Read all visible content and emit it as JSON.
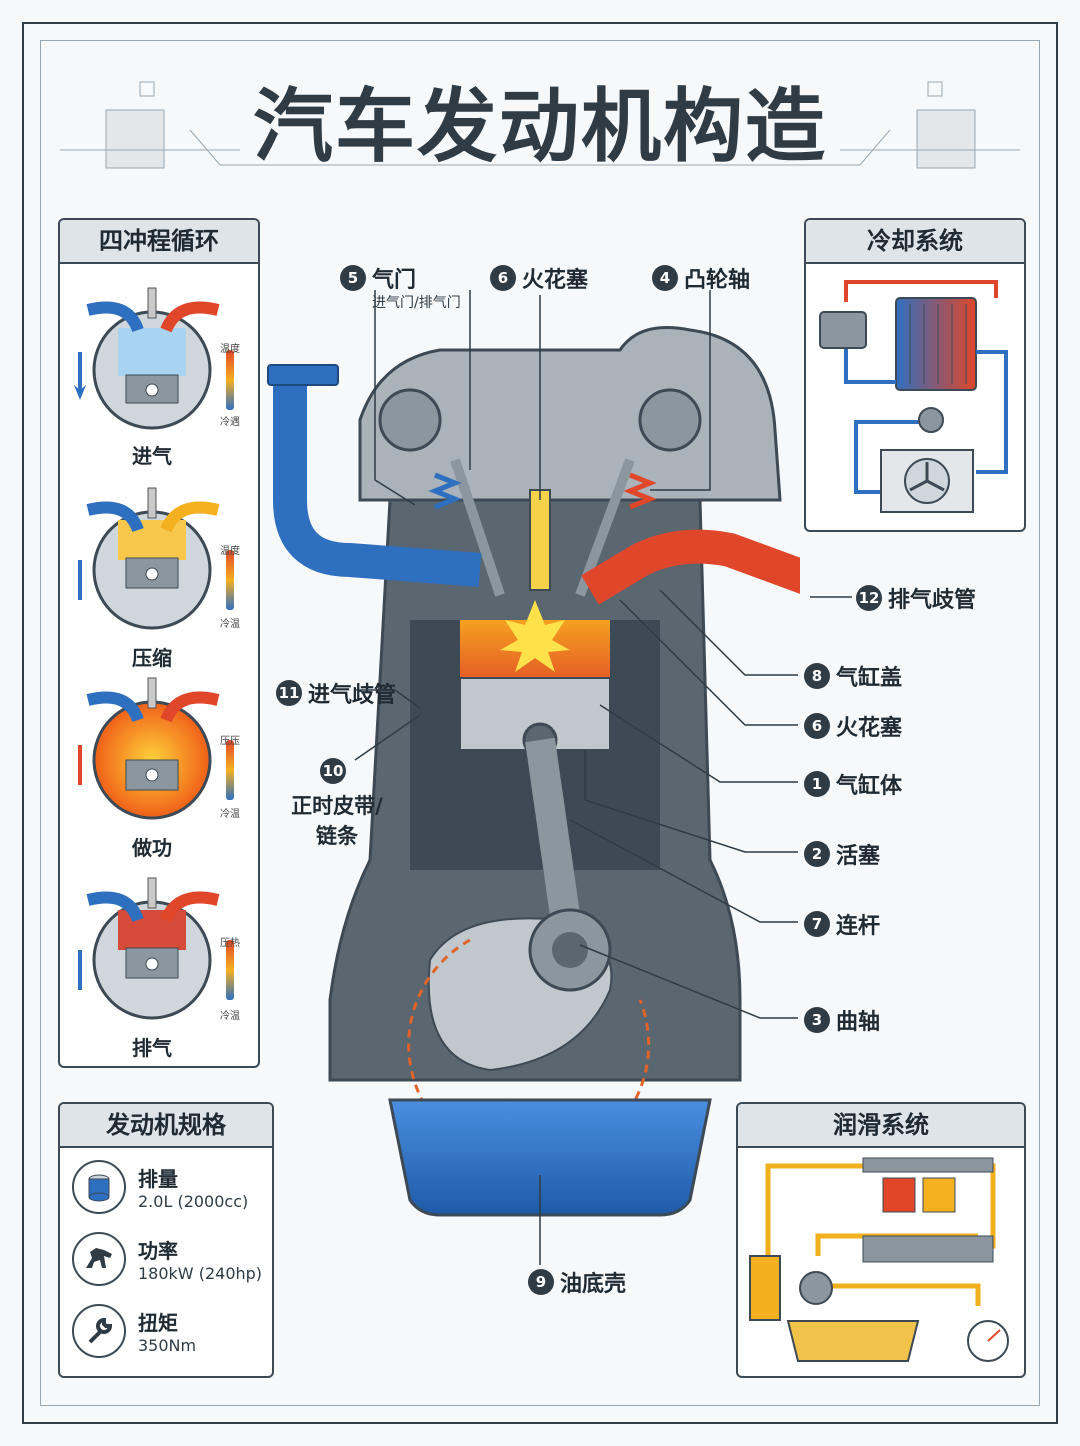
{
  "title": "汽车发动机构造",
  "four_stroke": {
    "heading": "四冲程循环",
    "strokes": [
      {
        "label": "进气",
        "temp_high": "温度",
        "temp_low": "冷遇"
      },
      {
        "label": "压缩",
        "temp_high": "温度",
        "temp_low": "冷温"
      },
      {
        "label": "做功",
        "temp_high": "压压",
        "temp_low": "冷温"
      },
      {
        "label": "排气",
        "temp_high": "压热",
        "temp_low": "冷温"
      }
    ]
  },
  "cooling": {
    "heading": "冷却系统"
  },
  "lubrication": {
    "heading": "润滑系统"
  },
  "specs": {
    "heading": "发动机规格",
    "items": [
      {
        "name": "排量",
        "value": "2.0L (2000cc)",
        "icon": "cylinder-icon"
      },
      {
        "name": "功率",
        "value": "180kW (240hp)",
        "icon": "horse-icon"
      },
      {
        "name": "扭矩",
        "value": "350Nm",
        "icon": "wrench-icon"
      }
    ]
  },
  "callouts": {
    "c5": {
      "num": "5",
      "label": "气门",
      "sub": "进气门/排气门"
    },
    "c6top": {
      "num": "6",
      "label": "火花塞"
    },
    "c4": {
      "num": "4",
      "label": "凸轮轴"
    },
    "c12": {
      "num": "12",
      "label": "排气歧管"
    },
    "c8": {
      "num": "8",
      "label": "气缸盖"
    },
    "c6": {
      "num": "6",
      "label": "火花塞"
    },
    "c1": {
      "num": "1",
      "label": "气缸体"
    },
    "c2": {
      "num": "2",
      "label": "活塞"
    },
    "c7": {
      "num": "7",
      "label": "连杆"
    },
    "c3": {
      "num": "3",
      "label": "曲轴"
    },
    "c11": {
      "num": "11",
      "label": "进气歧管"
    },
    "c10": {
      "num": "10",
      "label": "正时皮带/\n链条"
    },
    "c9": {
      "num": "9",
      "label": "油底壳"
    }
  },
  "colors": {
    "intake": "#2f6fc0",
    "exhaust": "#e0462a",
    "hot": "#f47a20",
    "oil": "#f2b01e",
    "steel": "#5a6670"
  }
}
